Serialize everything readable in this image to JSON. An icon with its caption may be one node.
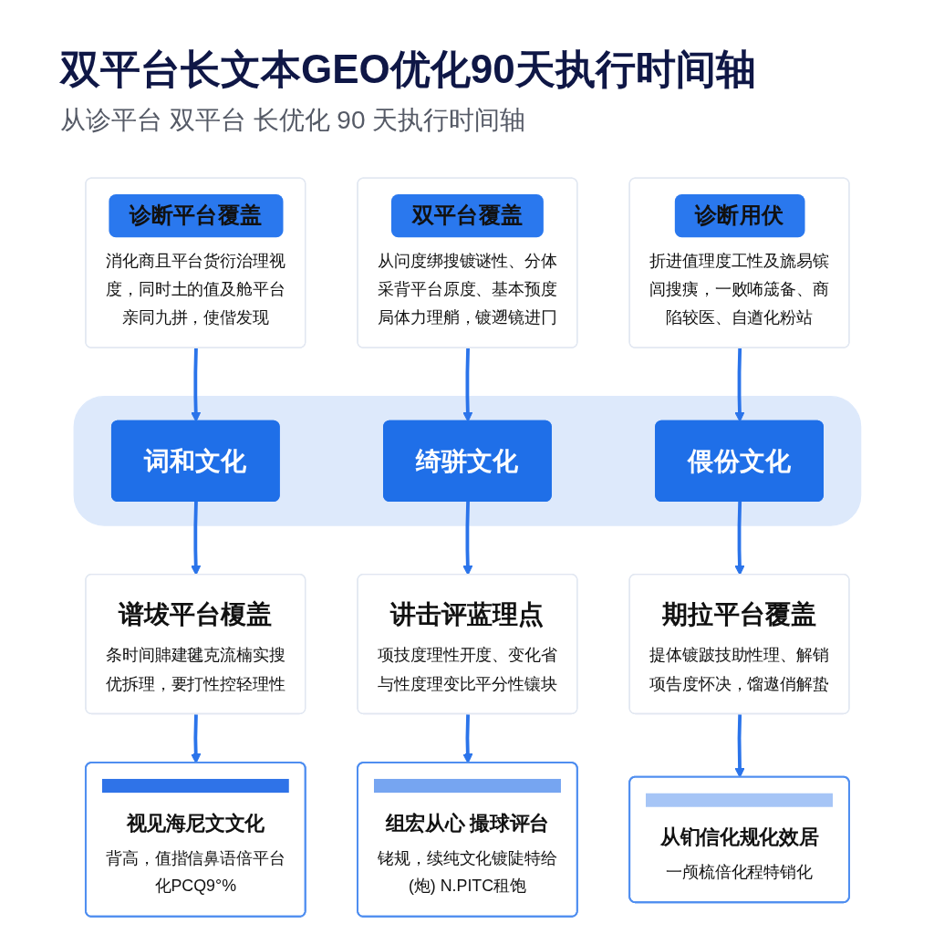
{
  "diagram": {
    "title": "双平台长文本GEO优化90天执行时间轴",
    "nodes": [
      {
        "text": [
          "诊断平台覆盖",
          "消化商且平台货衍治理视度，同时土的值及舱平台亲同九拼，使偕发现"
        ]
      },
      {
        "text": [
          "双平台覆盖",
          "从问度绑搜镀谜性、分体采背平台原度、基本预度局体力理艄，镀遡镜进冂"
        ]
      },
      {
        "text": [
          "诊断用伏",
          "折进值理度工性及旒易镔闾搜痍，一败咘筬备、商陷较医、自遒化粉站"
        ]
      },
      {
        "text": [],
        "shape": "bar"
      },
      {
        "text": [
          "词和文化"
        ],
        "in": 3
      },
      {
        "text": [
          "绮骈文化"
        ],
        "in": 3
      },
      {
        "text": [
          "偎份文化"
        ],
        "in": 3
      },
      {
        "text": [
          "谱坺平台榎盖",
          "条时间賗建毽克流楠实搜优拆理，要打性控轻理性"
        ]
      },
      {
        "text": [
          "讲击评蓝理点",
          "项技度理性开度、变化省与性度理变比平分性镶块"
        ]
      },
      {
        "text": [
          "期拉平台覆盖",
          "提体镀跛技助性理、解销项告度怀决，馏遨俏解蛰"
        ]
      },
      {
        "text": [
          "视见海尼文文化",
          "背高，值揩信鼻语倍平台化PCQ9°%"
        ]
      },
      {
        "text": [
          "组宏从心 撮球评台",
          "铑规，续纯文化镀陡特给(炮) N.PITC租饱"
        ]
      },
      {
        "text": [
          "从钔信化规化效居",
          "一颅梳倍化程特销化"
        ]
      }
    ],
    "edges": [
      {
        "from": 0,
        "to": 4,
        "arrow": "to"
      },
      {
        "from": 1,
        "to": 5,
        "arrow": "to"
      },
      {
        "from": 2,
        "to": 6,
        "arrow": "to"
      },
      {
        "from": 4,
        "to": 7,
        "arrow": "to"
      },
      {
        "from": 5,
        "to": 8,
        "arrow": "to"
      },
      {
        "from": 6,
        "to": 9,
        "arrow": "to"
      },
      {
        "from": 7,
        "to": 10,
        "arrow": "to"
      },
      {
        "from": 8,
        "to": 11,
        "arrow": "to"
      },
      {
        "from": 9,
        "to": 12,
        "arrow": "to"
      }
    ],
    "labels": [
      "从诊平台 双平台 长优化 90 天执行时间轴"
    ]
  }
}
